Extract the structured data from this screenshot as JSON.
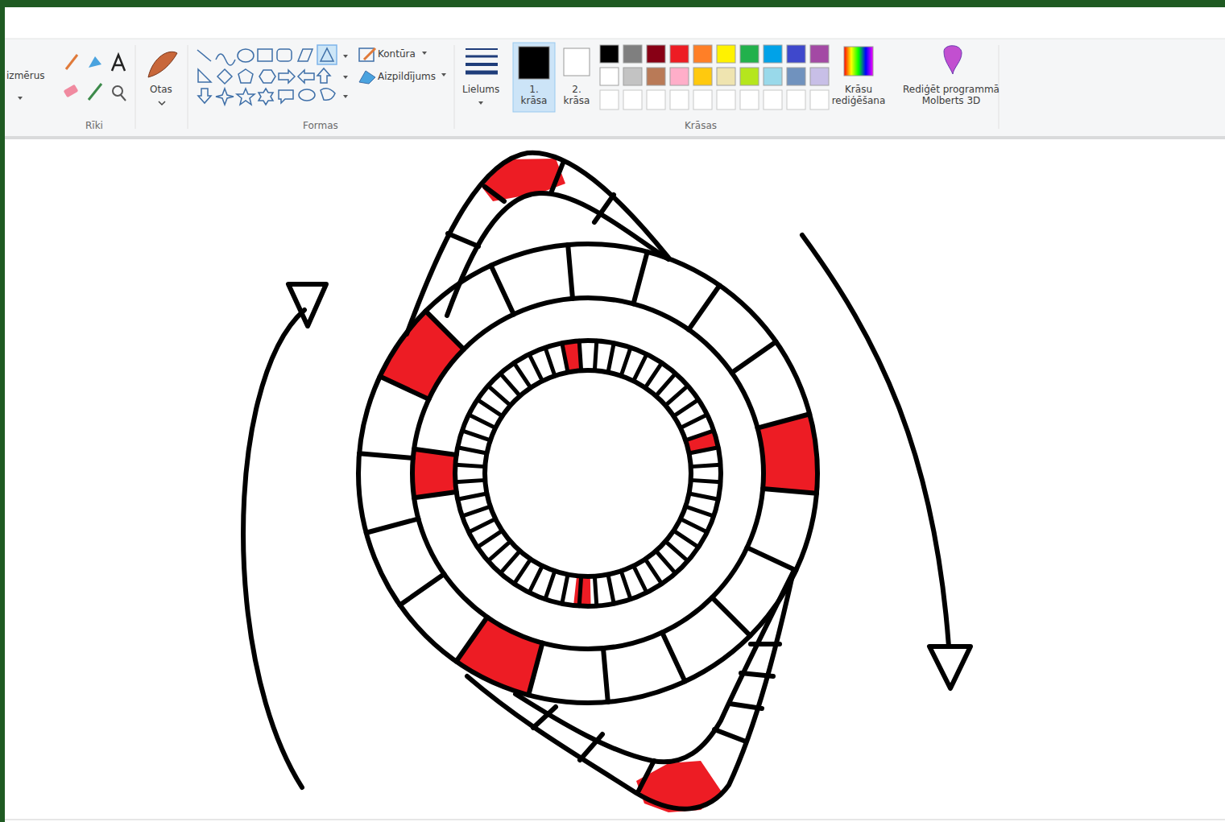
{
  "diagram": {
    "labels": [
      "izmērus",
      "Otas",
      "Rīki",
      "Formas",
      "Kontūra",
      "Aizpildījums",
      "Lielums",
      "1. krāsa",
      "2. krāsa",
      "Krāsas",
      "Krāsu rediģēšana",
      "Rediģēt programmā Molberts 3D"
    ]
  }
}
